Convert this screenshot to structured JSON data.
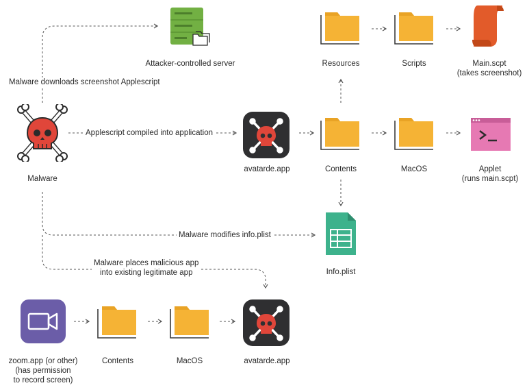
{
  "nodes": {
    "attacker_server": "Attacker-controlled server",
    "resources_top": "Resources",
    "scripts": "Scripts",
    "main_scpt": "Main.scpt\n(takes screenshot)",
    "malware": "Malware",
    "avatarde_top": "avatarde.app",
    "contents_top": "Contents",
    "macos_top": "MacOS",
    "applet": "Applet\n(runs main.scpt)",
    "info_plist": "Info.plist",
    "zoom_app": "zoom.app (or other)\n(has permission\nto record screen)",
    "contents_bottom": "Contents",
    "macos_bottom": "MacOS",
    "avatarde_bottom": "avatarde.app"
  },
  "edges": {
    "downloads": "Malware downloads screenshot Applescript",
    "compiled": "Applescript compiled into application",
    "modifies": "Malware modifies info.plist",
    "places": "Malware places malicious app\ninto existing legitimate app"
  },
  "colors": {
    "folder": "#f5b335",
    "folder_tab": "#e9a325",
    "server": "#72b043",
    "skull": "#e0463a",
    "app_bg": "#2f2f31",
    "script": "#e25b2a",
    "terminal": "#e679b3",
    "plist": "#3db28c",
    "zoom": "#6b5da8",
    "arrow": "#555555"
  },
  "icons": {
    "server": "server-icon",
    "folder": "folder-icon",
    "script": "script-scroll-icon",
    "skull": "skull-crossbones-icon",
    "terminal": "terminal-icon",
    "spreadsheet": "plist-file-icon",
    "camera": "video-camera-icon"
  }
}
